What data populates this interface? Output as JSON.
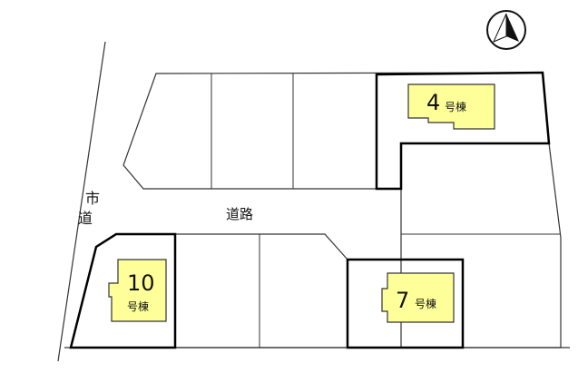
{
  "map": {
    "compass": {
      "icon": "north-arrow-icon"
    },
    "city_road_label": "市道",
    "city_road_label_chars": [
      "市",
      "道"
    ],
    "road_label": "道路",
    "buildings": [
      {
        "number": "4",
        "suffix": "号棟",
        "color": "#ffff99"
      },
      {
        "number": "7",
        "suffix": "号棟",
        "color": "#ffff99"
      },
      {
        "number": "10",
        "suffix": "号棟",
        "color": "#ffff99"
      }
    ],
    "colors": {
      "building_fill": "#ffff99",
      "line": "#333333",
      "highlight_line": "#000000"
    }
  }
}
